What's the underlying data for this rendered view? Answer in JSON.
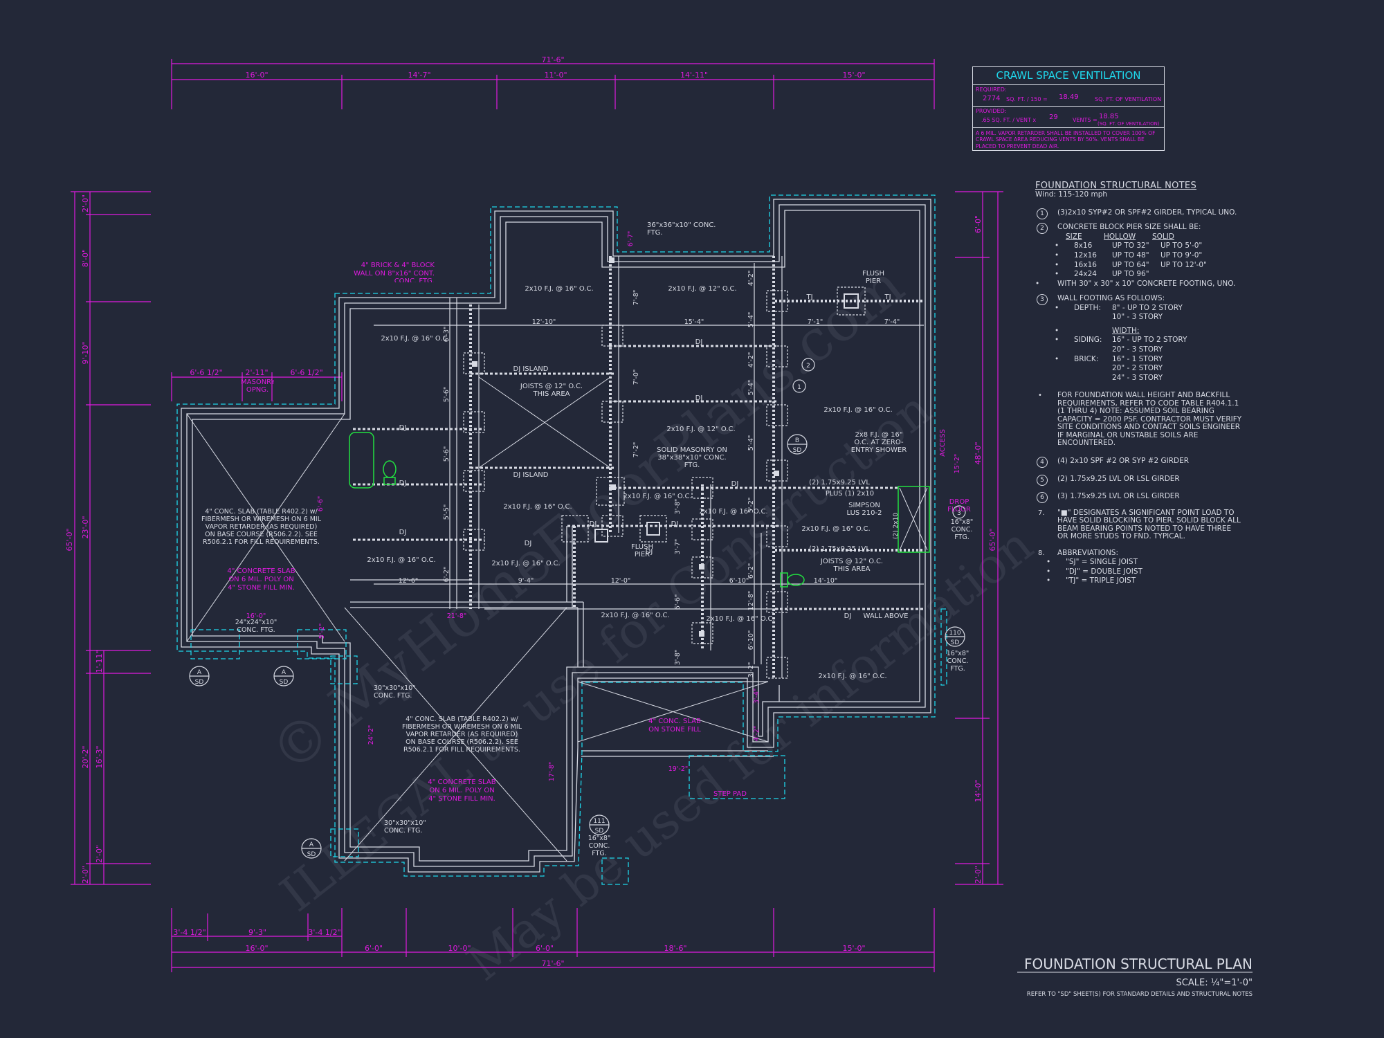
{
  "crawl_space": {
    "title": "CRAWL SPACE VENTILATION",
    "required_label": "REQUIRED:",
    "required_sqft": "2774",
    "required_text1": "SQ. FT. / 150 =",
    "required_result": "18.49",
    "required_text2": "SQ. FT. OF VENTILATION",
    "provided_label": "PROVIDED:",
    "provided_text1": ".65 SQ. FT. / VENT x",
    "provided_vents": "29",
    "provided_text2": "VENTS =",
    "provided_result": "18.85",
    "provided_text3": "(SQ. FT. OF VENTILATION)",
    "note": "A 6 MIL. VAPOR RETARDER SHALL BE INSTALLED TO COVER 100% OF CRAWL SPACE AREA REDUCING VENTS BY 50%. VENTS SHALL BE PLACED TO PREVENT DEAD AIR."
  },
  "notes": {
    "title": "FOUNDATION STRUCTURAL NOTES",
    "wind": "Wind: 115-120 mph",
    "n1": "(3)2x10 SYP#2 OR SPF#2 GIRDER, TYPICAL UNO.",
    "n2": "CONCRETE BLOCK PIER SIZE SHALL BE:",
    "pier_head": [
      "SIZE",
      "HOLLOW",
      "SOLID"
    ],
    "pier_rows": [
      [
        "8x16",
        "UP TO 32\"",
        "UP TO 5'-0\""
      ],
      [
        "12x16",
        "UP TO 48\"",
        "UP TO 9'-0\""
      ],
      [
        "16x16",
        "UP TO 64\"",
        "UP TO 12'-0\""
      ],
      [
        "24x24",
        "UP TO 96\"",
        ""
      ]
    ],
    "n2b": "WITH 30\" x 30\" x 10\" CONCRETE FOOTING, UNO.",
    "n3": "WALL FOOTING AS FOLLOWS:",
    "depth_label": "DEPTH:",
    "depth1": "8\" - UP TO 2 STORY",
    "depth2": "10\" - 3 STORY",
    "width_label": "WIDTH:",
    "siding_label": "SIDING:",
    "siding1": "16\" - UP TO 2 STORY",
    "siding2": "20\" - 3 STORY",
    "brick_label": "BRICK:",
    "brick1": "16\" - 1 STORY",
    "brick2": "20\" - 2 STORY",
    "brick3": "24\" - 3 STORY",
    "n_wall": "FOR FOUNDATION WALL HEIGHT AND BACKFILL REQUIREMENTS, REFER TO CODE TABLE R404.1.1 (1 THRU 4) NOTE: ASSUMED SOIL BEARING CAPACITY = 2000 PSF. CONTRACTOR MUST VERIFY SITE CONDITIONS AND CONTACT SOILS ENGINEER IF MARGINAL OR UNSTABLE SOILS ARE ENCOUNTERED.",
    "n4": "(4) 2x10 SPF #2 OR SYP #2 GIRDER",
    "n5": "(2) 1.75x9.25 LVL OR LSL GIRDER",
    "n6": "(3) 1.75x9.25 LVL OR LSL GIRDER",
    "n7": "\"■\" DESIGNATES A SIGNIFICANT POINT LOAD TO HAVE SOLID BLOCKING TO PIER. SOLID BLOCK ALL BEAM BEARING POINTS NOTED TO HAVE THREE OR MORE STUDS TO FND. TYPICAL.",
    "n8": "ABBREVIATIONS:",
    "abbr1": "\"SJ\" = SINGLE JOIST",
    "abbr2": "\"DJ\" = DOUBLE JOIST",
    "abbr3": "\"TJ\" = TRIPLE JOIST"
  },
  "title_block": {
    "title": "FOUNDATION STRUCTURAL PLAN",
    "scale": "SCALE: ¼\"=1'-0\"",
    "note": "REFER TO \"SD\" SHEET(S) FOR STANDARD DETAILS AND STRUCTURAL NOTES"
  },
  "dims": {
    "top_total": "71'-6\"",
    "top": [
      "16'-0\"",
      "14'-7\"",
      "11'-0\"",
      "14'-11\"",
      "15'-0\""
    ],
    "bottom_total": "71'-6\"",
    "bottom": [
      "16'-0\"",
      "6'-0\"",
      "10'-0\"",
      "6'-0\"",
      "18'-6\"",
      "15'-0\""
    ],
    "bottom_inner": [
      "3'-4 1/2\"",
      "9'-3\"",
      "3'-4 1/2\""
    ],
    "left_total": "65'-0\"",
    "left": [
      "2'-0\"",
      "8'-0\"",
      "9'-10\"",
      "23'-0\"",
      "1'-11\"",
      "20'-2\"",
      "2'-0\"",
      "2'-0\""
    ],
    "left_inner": [
      "16'-3\""
    ],
    "right_total": "65'-0\"",
    "right_outer": [
      "6'-0\"",
      "48'-0\"",
      "14'-0\"",
      "2'-0\""
    ],
    "masonry": [
      "6'-6 1/2\"",
      "2'-11\"",
      "6'-6 1/2\""
    ],
    "interior": [
      "12'-10\"",
      "15'-4\"",
      "7'-1\"",
      "7'-4\"",
      "12'-6\"",
      "9'-4\"",
      "12'-0\"",
      "6'-10\"",
      "14'-10\"",
      "21'-8\"",
      "16'-0\"",
      "19'-2\"",
      "24'-2\"",
      "17'-8\"",
      "6'-6\"",
      "6'-3\"",
      "5'-6\"",
      "5'-6\"",
      "5'-5\"",
      "6'-2\"",
      "7'-8\"",
      "7'-0\"",
      "7'-2\"",
      "4'-2\"",
      "5'-4\"",
      "5'-4\"",
      "5'-4\"",
      "6'-2\"",
      "6'-10\"",
      "6'-6\"",
      "3'-8\"",
      "3'-7\"",
      "3'-8\"",
      "5'-2\"",
      "3'-4\"",
      "15'-2\"",
      "5'-2\"",
      "4'-2\"",
      "6'-7\"",
      "4'-2\"",
      "12'-8\"",
      "3'-2\""
    ]
  },
  "labels": {
    "brick_wall": "4\" BRICK & 4\" BLOCK WALL ON 8\"x16\" CONT. CONC. FTG.",
    "ftg36": "36\"x36\"x10\" CONC. FTG.",
    "fj16": "2x10 F.J. @ 16\" O.C.",
    "fj12": "2x10 F.J. @ 12\" O.C.",
    "dj": "DJ",
    "tj": "TJ",
    "dj_island": "DJ ISLAND",
    "joists12": "JOISTS @ 12\" O.C. THIS AREA",
    "solid_masonry": "SOLID MASONRY ON 38\"x38\"x10\" CONC. FTG.",
    "flush_pier": "FLUSH PIER",
    "masonry_opng": "MASONRY OPNG.",
    "slab_note": "4\" CONC. SLAB (TABLE R402.2) w/ FIBERMESH OR WIREMESH ON 6 MIL VAPOR RETARDER (AS REQUIRED) ON BASE COURSE (R506.2.2). SEE R506.2.1 FOR FILL REQUIREMENTS.",
    "slab_mag": "4\" CONCRETE SLAB ON 6 MIL. POLY ON 4\" STONE FILL MIN.",
    "ftg24": "24\"x24\"x10\" CONC. FTG.",
    "ftg30": "30\"x30\"x10\" CONC. FTG.",
    "slab_stone": "4\" CONC. SLAB ON STONE FILL",
    "step_pad": "STEP PAD",
    "lvl2": "(2) 1.75x9.25 LVL",
    "plus": "PLUS (1) 2x10",
    "simpson": "SIMPSON LUS 210-2",
    "zero_entry": "2x8 F.J. @ 16\" O.C. AT ZERO-ENTRY SHOWER",
    "drop_floor": "DROP FLOOR",
    "access": "ACCESS",
    "wall_above": "WALL ABOVE",
    "ftg16": "16\"x8\" CONC. FTG.",
    "bubble_1": "1",
    "bubble_2": "2",
    "bubble_3": "3",
    "sec_a": "A",
    "sec_b": "B",
    "sec_110": "110",
    "sec_111": "111",
    "sec_sd": "SD",
    "lvl_2_2x10": "(2) 2x10"
  },
  "watermark": {
    "line1": "© MyHomeFloorPlans.com",
    "line2": "ILLEGAL to use for Construction",
    "line3": "May be used for information"
  },
  "colors": {
    "background": "#232838",
    "line": "#d8dbe4",
    "magenta": "#e01ae0",
    "cyan": "#1fd8ec",
    "green": "#22e040"
  }
}
